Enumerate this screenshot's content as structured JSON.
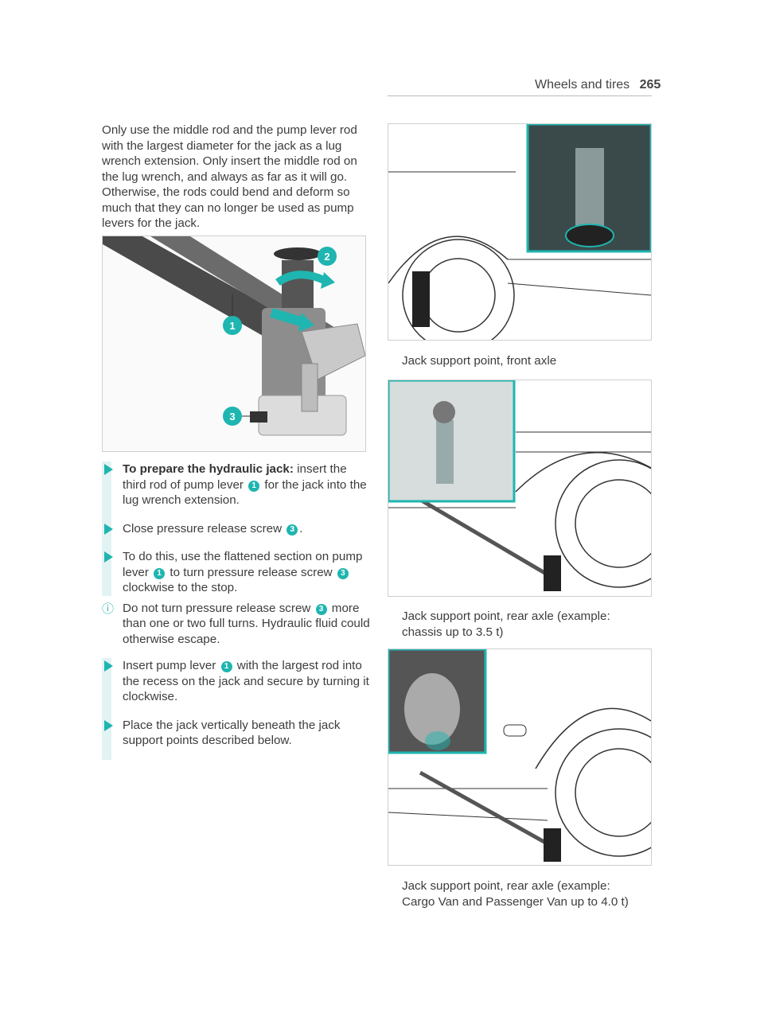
{
  "header": {
    "section": "Wheels and tires",
    "page": "265"
  },
  "intro": "Only use the middle rod and the pump lever rod with the largest diameter for the jack as a lug wrench extension. Only insert the middle rod on the lug wrench, and always as far as it will go. Otherwise, the rods could bend and deform so much that they can no longer be used as pump levers for the jack.",
  "jack_figure": {
    "callouts": [
      "1",
      "2",
      "3"
    ]
  },
  "steps": {
    "s1_bold": "To prepare the hydraulic jack:",
    "s1_text": " insert the third rod of pump lever ",
    "s1_num": "1",
    "s1_tail": " for the jack into the lug wrench extension.",
    "s2_text": "Close pressure release screw ",
    "s2_num": "3",
    "s2_tail": ".",
    "s3_text": "To do this, use the flattened section on pump lever ",
    "s3_num1": "1",
    "s3_mid": " to turn pressure release screw ",
    "s3_num2": "3",
    "s3_tail": " clockwise to the stop.",
    "note_text": "Do not turn pressure release screw ",
    "note_num": "3",
    "note_tail": " more than one or two full turns. Hydraulic fluid could otherwise escape.",
    "s4_text": "Insert pump lever ",
    "s4_num": "1",
    "s4_tail": " with the largest rod into the recess on the jack and secure by turning it clockwise.",
    "s5_text": "Place the jack vertically beneath the jack support points described below."
  },
  "captions": {
    "front": "Jack support point, front axle",
    "rear_chassis": "Jack support point, rear axle (example: chassis up to 3.5 t)",
    "rear_cargo": "Jack support point, rear axle (example: Cargo Van and Passenger Van up to 4.0 t)"
  },
  "colors": {
    "accent": "#1fb5b0",
    "accent_light": "#e2f3f3",
    "text": "#3d3d3d"
  },
  "icons": {
    "bullet": "triangle-arrow-icon",
    "note": "info-icon"
  }
}
